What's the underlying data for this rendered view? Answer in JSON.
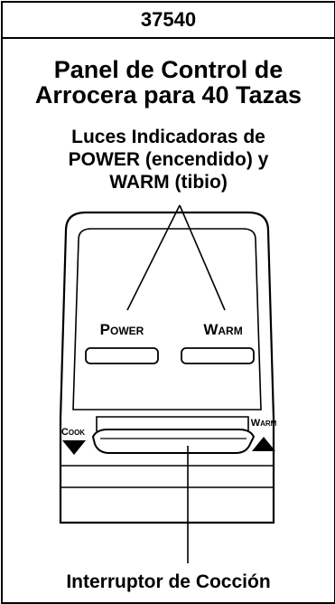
{
  "header": {
    "code": "37540"
  },
  "title": {
    "line1": "Panel de Control de",
    "line2": "Arrocera para 40 Tazas"
  },
  "lights_label": {
    "line1": "Luces Indicadoras de",
    "line2": "POWER (encendido) y",
    "line3": "WARM (tibio)"
  },
  "panel": {
    "power_label": {
      "cap": "P",
      "rest": "OWER"
    },
    "warm_label": {
      "cap": "W",
      "rest": "ARM"
    },
    "cook_arrow_label": {
      "cap": "C",
      "rest": "OOK"
    },
    "warm_arrow_label": {
      "cap": "W",
      "rest": "ARM"
    }
  },
  "switch_label": "Interruptor de Cocción"
}
